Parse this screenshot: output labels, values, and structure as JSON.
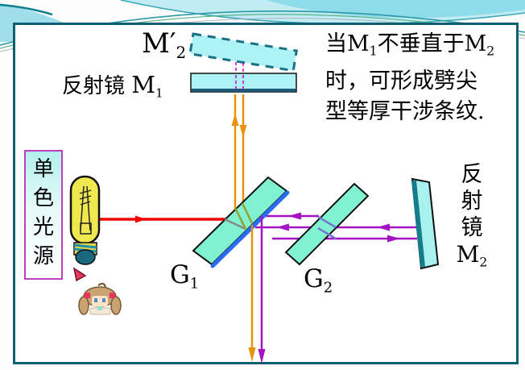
{
  "labels": {
    "virtual_mirror": {
      "base": "M",
      "prime": "′",
      "sub": "2"
    },
    "mirror1": {
      "prefix": "反射镜",
      "base": "M",
      "sub": "1"
    },
    "splitter": {
      "base": "G",
      "sub": "1"
    },
    "compensator": {
      "base": "G",
      "sub": "2"
    },
    "mirror2": {
      "char1": "反",
      "char2": "射",
      "char3": "镜",
      "base": "M",
      "sub": "2"
    },
    "source": {
      "char1": "单",
      "char2": "色",
      "char3": "光",
      "char4": "源"
    }
  },
  "annotation": {
    "seg1": "当M",
    "sub1": "1",
    "seg2": "不垂直于M",
    "sub2": "2",
    "line2": "时，可形成劈尖",
    "line3": "型等厚干涉条纹."
  },
  "palette": {
    "frame_border": "#0e5e72",
    "glass_fill": "#80f2d2",
    "mirror_fill": "#adf2f4",
    "coating_blue": "#2b6cf5",
    "ray_red": "#f10000",
    "ray_orange": "#e8940a",
    "ray_purple": "#a313c1",
    "ray_magenta_dashed": "#cc00cc",
    "internal_ray_olive": "#96a02c",
    "internal_ray_gray": "#8a8a8a",
    "slate_segment": "#6f79cf",
    "source_box_border": "#bf3fbf",
    "wave_cyan": "#c2ecf4",
    "bulb_yellow": "#efe84e",
    "mirror_edge_teal": "#157c8c"
  }
}
